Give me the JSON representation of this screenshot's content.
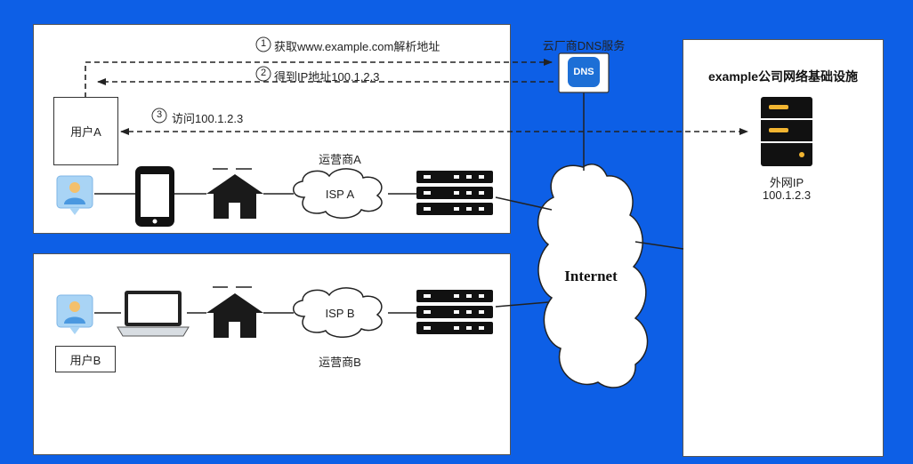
{
  "steps": {
    "step1_num": "1",
    "step1": "获取www.example.com解析地址",
    "step2_num": "2",
    "step2": "得到IP地址100.1.2.3",
    "step3_num": "3",
    "step3": "访问100.1.2.3"
  },
  "dns": {
    "provider_label": "云厂商DNS服务",
    "icon_text": "DNS"
  },
  "panel_a": {
    "user_label": "用户A",
    "isp_label": "ISP A",
    "carrier_label": "运营商A"
  },
  "panel_b": {
    "user_label": "用户B",
    "isp_label": "ISP B",
    "carrier_label": "运营商B"
  },
  "internet": {
    "label": "Internet"
  },
  "infra": {
    "title": "example公司网络基础设施",
    "server_line1": "外网IP",
    "server_line2": "100.1.2.3"
  },
  "colors": {
    "background": "#0d5fe6",
    "avatar_bg": "#a9d4f5",
    "server_stripe": "#f2b531"
  }
}
